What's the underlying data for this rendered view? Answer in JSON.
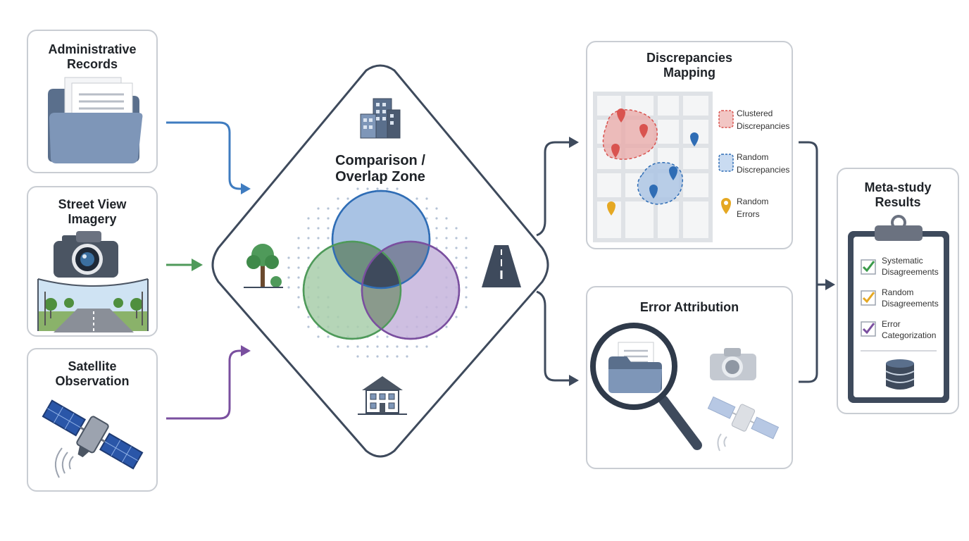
{
  "sources": [
    {
      "line1": "Administrative",
      "line2": "Records",
      "icon": "folder-icon"
    },
    {
      "line1": "Street View",
      "line2": "Imagery",
      "icon": "camera-icon"
    },
    {
      "line1": "Satellite",
      "line2": "Observation",
      "icon": "satellite-icon"
    }
  ],
  "overlap_zone": {
    "line1": "Comparison /",
    "line2": "Overlap Zone"
  },
  "discrepancies": {
    "line1": "Discrepancies",
    "line2": "Mapping",
    "legend": [
      {
        "line1": "Clustered",
        "line2": "Discrepancies",
        "color": "#d9534f"
      },
      {
        "line1": "Random",
        "line2": "Discrepancies",
        "color": "#2f6db5"
      },
      {
        "line1": "Random",
        "line2": "Errors",
        "color": "#e5a823"
      }
    ]
  },
  "error_attribution": {
    "title": "Error Attribution"
  },
  "meta_study": {
    "line1": "Meta-study",
    "line2": "Results",
    "items": [
      {
        "line1": "Systematic",
        "line2": "Disagreements",
        "color": "#3a9a4a"
      },
      {
        "line1": "Random",
        "line2": "Disagreements",
        "color": "#e5a823"
      },
      {
        "line1": "Error",
        "line2": "Categorization",
        "color": "#7b4fa0"
      }
    ]
  },
  "colors": {
    "blue": "#3f7cc0",
    "green": "#4f9a5a",
    "purple": "#7a4f9f",
    "navy": "#3e4a5c"
  }
}
